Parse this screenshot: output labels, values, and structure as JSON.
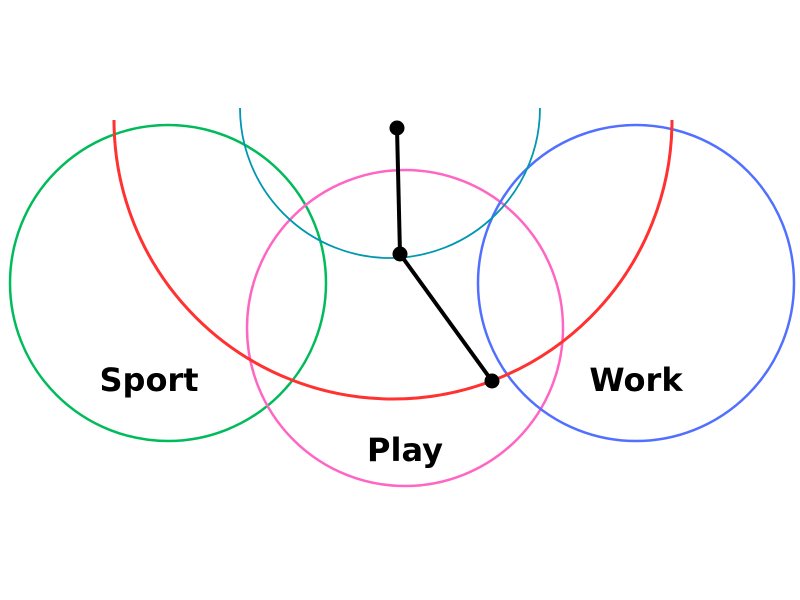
{
  "labels": {
    "sport": "Sport",
    "play": "Play",
    "work": "Work"
  },
  "colors": {
    "sport": "#00bb5a",
    "play": "#ff66c4",
    "work": "#5170ff",
    "red_arc": "#ff3131",
    "teal_arc": "#0097b2",
    "pointer": "#000000"
  }
}
